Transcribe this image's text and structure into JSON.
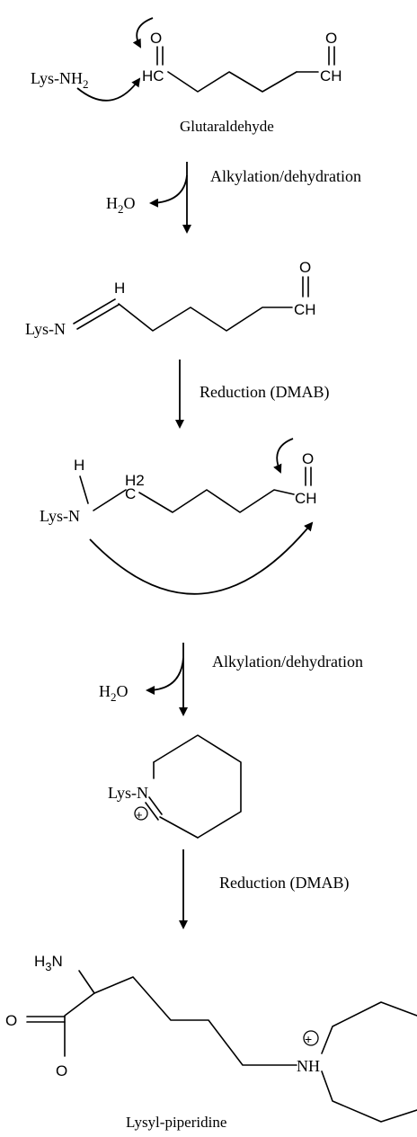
{
  "reactant": {
    "amine": "Lys-NH",
    "amine_sub": "2",
    "left_carbonyl_c": "HC",
    "right_carbonyl_c": "CH",
    "oxygen": "O",
    "name": "Glutaraldehyde"
  },
  "steps": {
    "step1": {
      "label": "Alkylation/dehydration",
      "byproduct": "H",
      "byproduct_sub": "2",
      "byproduct_tail": "O"
    },
    "step2": {
      "label": "Reduction (DMAB)"
    },
    "step3": {
      "label": "Alkylation/dehydration",
      "byproduct": "H",
      "byproduct_sub": "2",
      "byproduct_tail": "O"
    },
    "step4": {
      "label": "Reduction (DMAB)"
    }
  },
  "imine": {
    "nitrogen": "Lys-N",
    "h": "H",
    "aldehyde_c": "CH",
    "oxygen": "O"
  },
  "amine_intermediate": {
    "nitrogen": "Lys-N",
    "h": "H",
    "ch2": "H2",
    "c": "C",
    "aldehyde_c": "CH",
    "oxygen": "O"
  },
  "cyclic_iminium": {
    "nitrogen": "Lys-N",
    "charge": "+"
  },
  "product": {
    "amino": "H",
    "amino_sub": "3",
    "amino_tail": "N",
    "carbonyl_o": "O",
    "hydroxyl_o": "O",
    "ring_n": "NH",
    "charge": "+",
    "name": "Lysyl-piperidine"
  }
}
